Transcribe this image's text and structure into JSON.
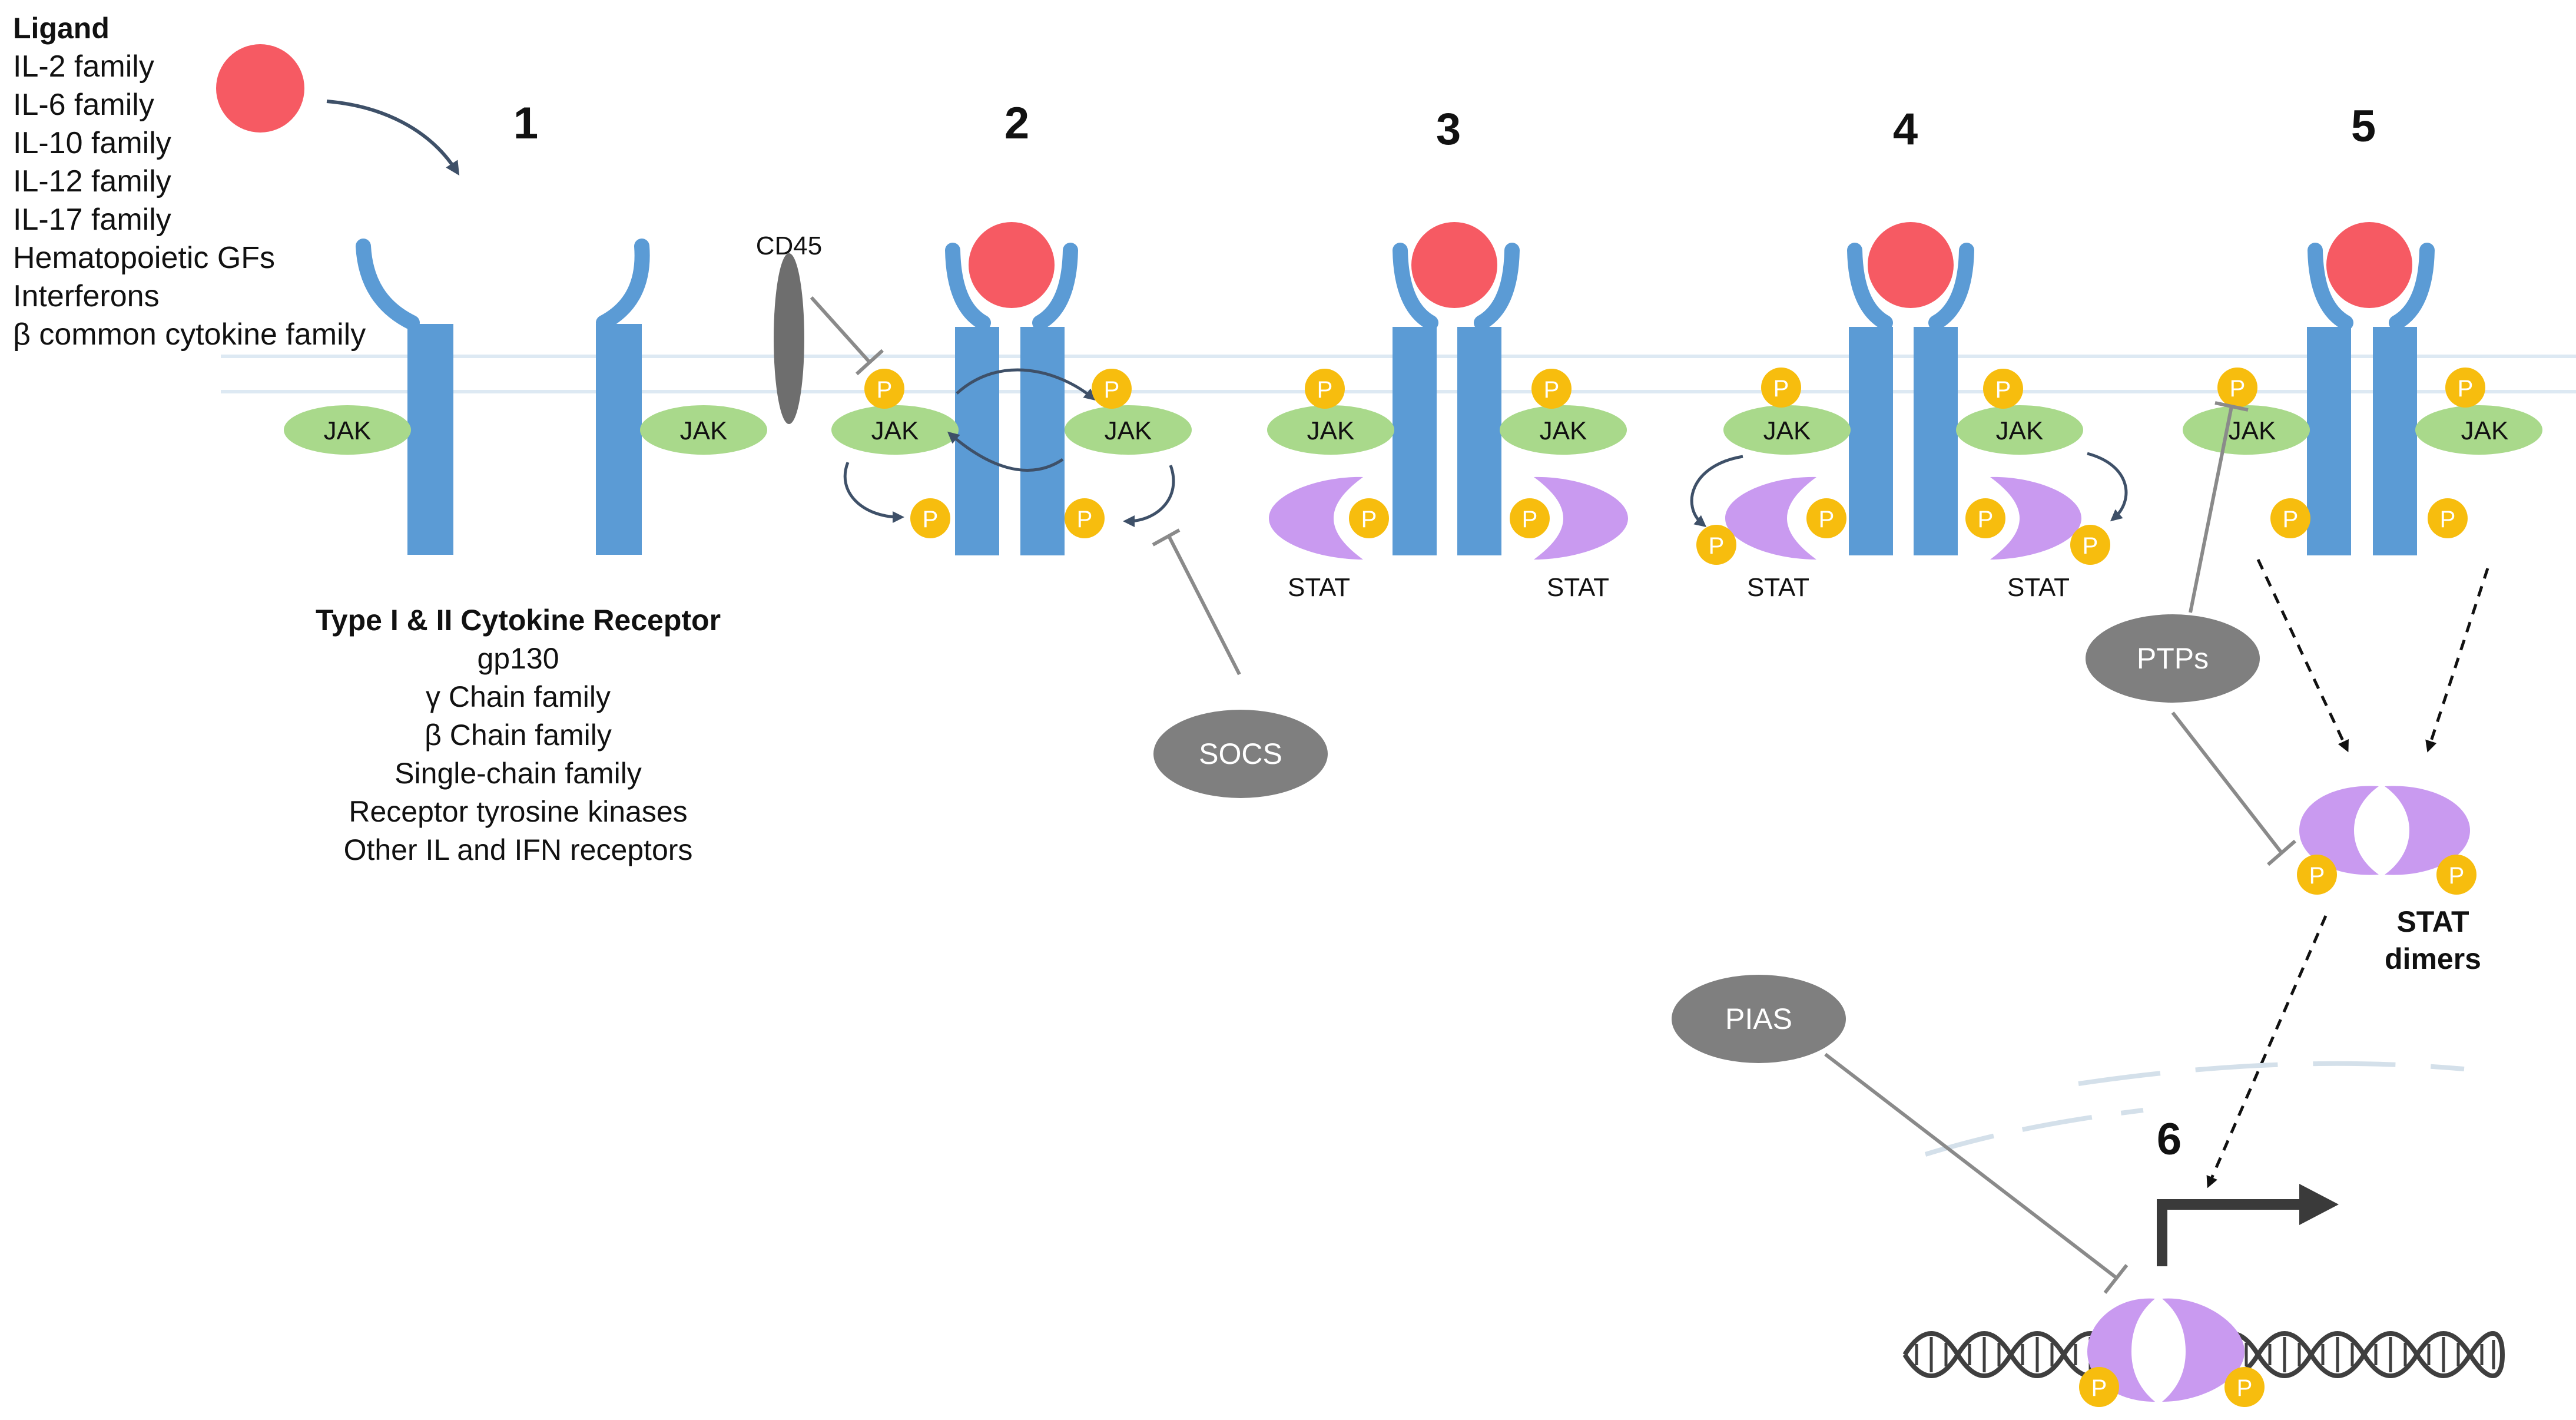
{
  "ligand": {
    "title": "Ligand",
    "items": [
      "IL-2 family",
      "IL-6 family",
      "IL-10 family",
      "IL-12 family",
      "IL-17 family",
      "Hematopoietic GFs",
      "Interferons",
      "β common cytokine family"
    ]
  },
  "receptor": {
    "title": "Type I & II Cytokine Receptor",
    "items": [
      "gp130",
      "γ Chain family",
      "β Chain family",
      "Single-chain family",
      "Receptor tyrosine kinases",
      "Other IL and IFN receptors"
    ]
  },
  "steps": [
    "1",
    "2",
    "3",
    "4",
    "5",
    "6"
  ],
  "labels": {
    "jak": "JAK",
    "stat": "STAT",
    "p": "P",
    "cd45": "CD45",
    "socs": "SOCS",
    "ptps": "PTPs",
    "pias": "PIAS",
    "stat_dimers_line1": "STAT",
    "stat_dimers_line2": "dimers"
  },
  "colors": {
    "ligand": "#f65a63",
    "receptor": "#5b9bd5",
    "jak": "#a9d98b",
    "stat": "#c99af0",
    "phosphate": "#f7bd0e",
    "inhibitor": "#7f7f7f",
    "membrane": "#dde9f3",
    "arrow": "#3e5068",
    "dna": "#3f3f3f"
  }
}
